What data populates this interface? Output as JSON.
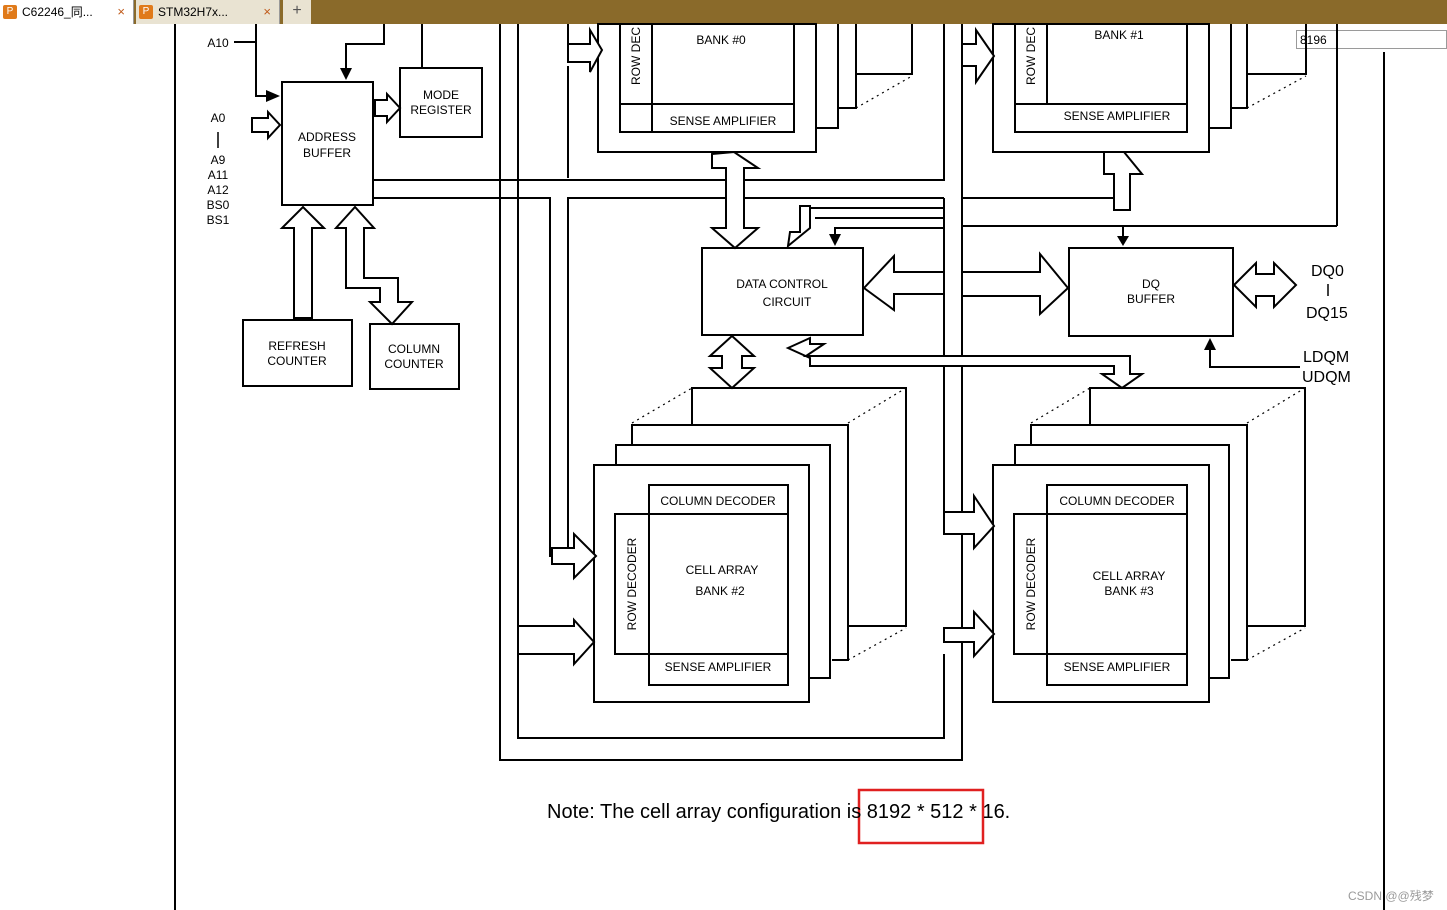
{
  "tabs": [
    {
      "label": "C62246_同..."
    },
    {
      "label": "STM32H7x..."
    }
  ],
  "tab_close_glyph": "×",
  "new_tab_glyph": "+",
  "search": {
    "value": "8196"
  },
  "watermark": "CSDN @@残梦",
  "diagram": {
    "address_pins": {
      "a10": "A10",
      "a0": "A0",
      "sep": "|",
      "a9": "A9",
      "a11": "A11",
      "a12": "A12",
      "bs0": "BS0",
      "bs1": "BS1"
    },
    "address_buffer": [
      "ADDRESS",
      "BUFFER"
    ],
    "mode_register": [
      "MODE",
      "REGISTER"
    ],
    "refresh_counter": [
      "REFRESH",
      "COUNTER"
    ],
    "column_counter": [
      "COLUMN",
      "COUNTER"
    ],
    "data_control": [
      "DATA CONTROL",
      "CIRCUIT"
    ],
    "dq_buffer": [
      "DQ",
      "BUFFER"
    ],
    "dq_pins": {
      "top": "DQ0",
      "sep": "|",
      "bottom": "DQ15"
    },
    "mask_pins": {
      "ldqm": "LDQM",
      "udqm": "UDQM"
    },
    "bank0": {
      "label": "BANK #0",
      "row_decoder": "ROW DEC",
      "sense_amp": "SENSE AMPLIFIER"
    },
    "bank1": {
      "label": "BANK #1",
      "row_decoder": "ROW DEC",
      "sense_amp": "SENSE AMPLIFIER"
    },
    "bank2": {
      "col_decoder": "COLUMN DECODER",
      "cell": [
        "CELL ARRAY",
        "BANK #2"
      ],
      "row_decoder": "ROW DECODER",
      "sense_amp": "SENSE AMPLIFIER"
    },
    "bank3": {
      "col_decoder": "COLUMN DECODER",
      "cell": [
        "CELL ARRAY",
        "BANK #3"
      ],
      "row_decoder": "ROW DECODER",
      "sense_amp": "SENSE AMPLIFIER"
    },
    "note": "Note: The cell array configuration is 8192 * 512 * 16."
  },
  "colors": {
    "highlight": "#e02020",
    "tabbar": "#8a6a2a"
  },
  "icons": {
    "tab": "app-icon",
    "close": "close-icon",
    "new": "plus-icon"
  }
}
